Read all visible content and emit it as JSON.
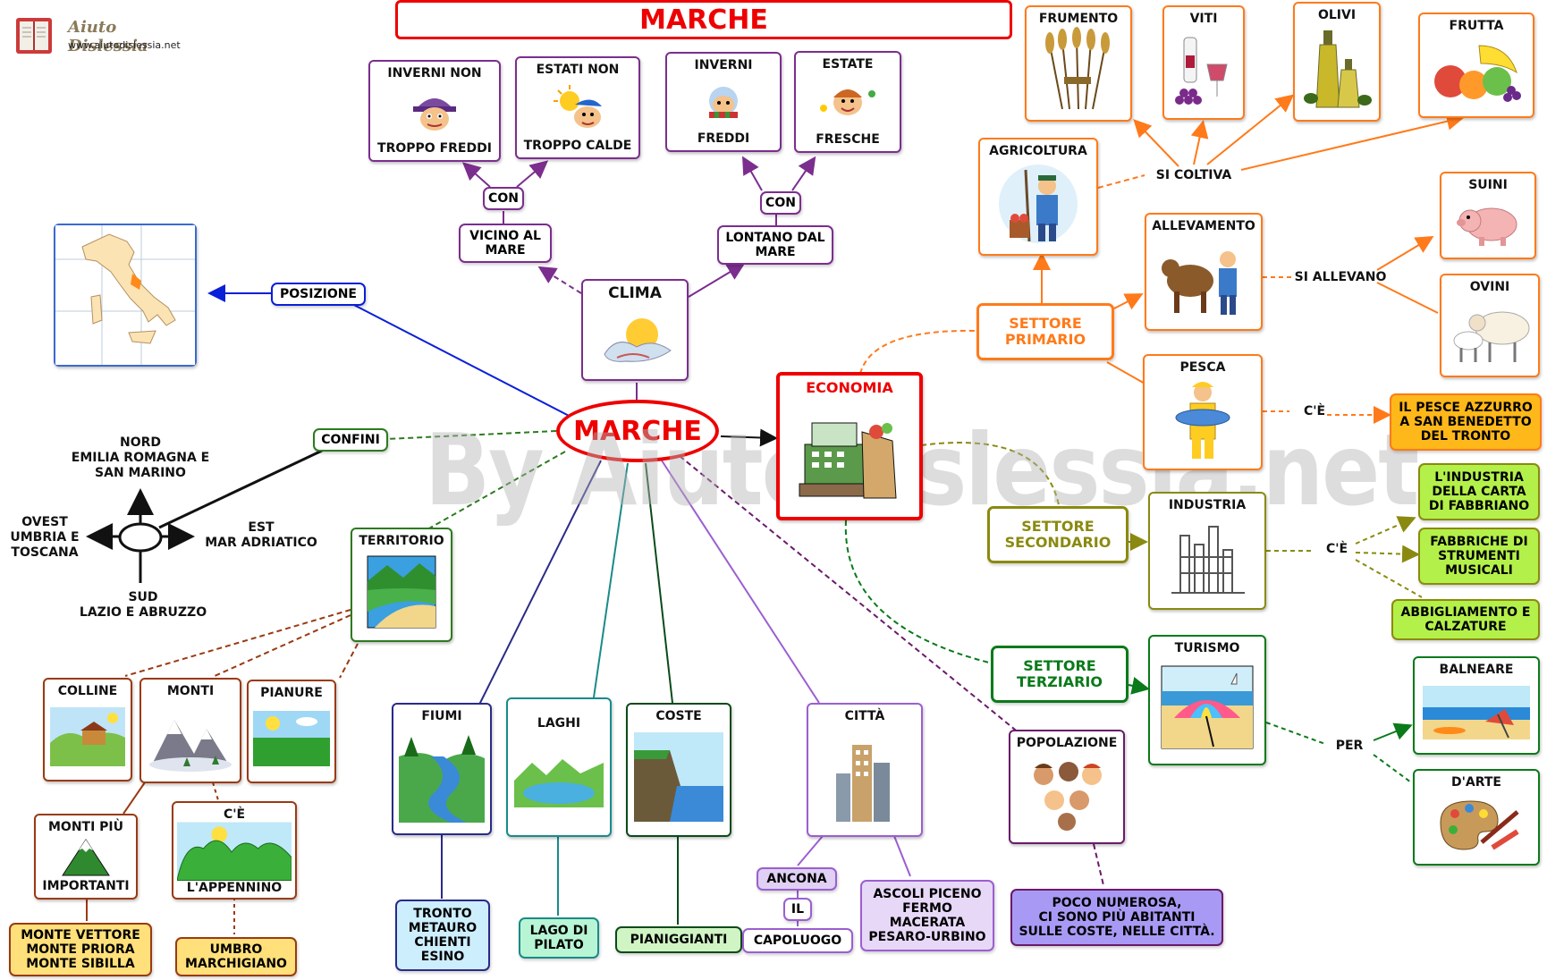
{
  "title": "MARCHE",
  "center": "MARCHE",
  "watermark": "By AiutoDislessia.net",
  "logo": {
    "name": "Aiuto Dislessia",
    "url": "www.aiutodislessia.net"
  },
  "clima": {
    "label": "CLIMA",
    "vicino": "VICINO AL\nMARE",
    "lontano": "LONTANO DAL\nMARE",
    "con1": "CON",
    "con2": "CON",
    "inverni_non_top": "INVERNI NON",
    "inverni_non_bottom": "TROPPO FREDDI",
    "estati_non_top": "ESTATI NON",
    "estati_non_bottom": "TROPPO CALDE",
    "inverni_top": "INVERNI",
    "inverni_bottom": "FREDDI",
    "estate_top": "ESTATE",
    "estate_bottom": "FRESCHE"
  },
  "posizione": "POSIZIONE",
  "confini": {
    "label": "CONFINI",
    "nord": "NORD\nEMILIA ROMAGNA E\nSAN MARINO",
    "est": "EST\nMAR ADRIATICO",
    "ovest": "OVEST\nUMBRIA E\nTOSCANA",
    "sud": "SUD\nLAZIO E ABRUZZO"
  },
  "territorio": {
    "label": "TERRITORIO",
    "colline": "COLLINE",
    "monti": "MONTI",
    "pianure": "PIANURE",
    "monti_importanti_top": "MONTI PIÙ",
    "monti_importanti_bottom": "IMPORTANTI",
    "appennino_top": "C'È",
    "appennino_bottom": "L'APPENNINO",
    "monti_list": "MONTE VETTORE\nMONTE PRIORA\nMONTE SIBILLA",
    "umbro": "UMBRO\nMARCHIGIANO"
  },
  "fiumi": {
    "label": "FIUMI",
    "list": "TRONTO\nMETAURO\nCHIENTI\nESINO"
  },
  "laghi": {
    "label": "LAGHI",
    "list": "LAGO DI\nPILATO"
  },
  "coste": {
    "label": "COSTE",
    "list": "PIANIGGIANTI"
  },
  "citta": {
    "label": "CITTÀ",
    "ancona": "ANCONA",
    "il": "IL",
    "capoluogo": "CAPOLUOGO",
    "altre": "ASCOLI PICENO\nFERMO\nMACERATA\nPESARO-URBINO"
  },
  "popolazione": {
    "label": "POPOLAZIONE",
    "desc": "POCO NUMEROSA,\nCI SONO PIÙ ABITANTI\nSULLE COSTE, NELLE CITTÀ."
  },
  "economia": {
    "label": "ECONOMIA",
    "primario": "SETTORE\nPRIMARIO",
    "secondario": "SETTORE\nSECONDARIO",
    "terziario": "SETTORE\nTERZIARIO",
    "agricoltura": "AGRICOLTURA",
    "si_coltiva": "SI COLTIVA",
    "frumento": "FRUMENTO",
    "viti": "VITI",
    "olivi": "OLIVI",
    "frutta": "FRUTTA",
    "allevamento": "ALLEVAMENTO",
    "si_allevano": "SI ALLEVANO",
    "suini": "SUINI",
    "ovini": "OVINI",
    "pesca": "PESCA",
    "ce1": "C'È",
    "pesce_azzurro": "IL PESCE AZZURRO\nA SAN BENEDETTO\nDEL TRONTO",
    "industria": "INDUSTRIA",
    "ce2": "C'È",
    "carta": "L'INDUSTRIA\nDELLA CARTA\nDI FABBRIANO",
    "strumenti": "FABBRICHE DI\nSTRUMENTI\nMUSICALI",
    "abbigliamento": "ABBIGLIAMENTO E\nCALZATURE",
    "turismo": "TURISMO",
    "per": "PER",
    "balneare": "BALNEARE",
    "darte": "D'ARTE"
  },
  "colors": {
    "red": "#e00000",
    "purple": "#7b2e8e",
    "blue": "#0a1fd8",
    "green": "#2d7a1f",
    "brown": "#9a3a12",
    "orange": "#ff7a1a",
    "olive": "#8a8a10",
    "darkgreen": "#0a7a1a",
    "yellow": "#ffe07a",
    "teal": "#1a8a8a",
    "lilac": "#9b5fd0"
  }
}
